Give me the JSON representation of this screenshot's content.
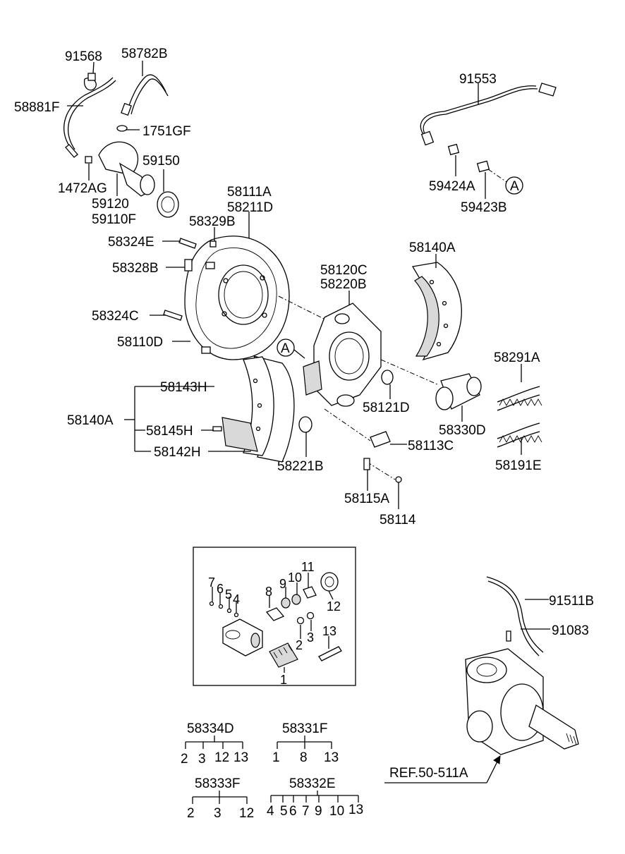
{
  "callouts": {
    "p91568": "91568",
    "p58782B": "58782B",
    "p58881F": "58881F",
    "p1751GF": "1751GF",
    "p59150": "59150",
    "p1472AG": "1472AG",
    "p59120": "59120",
    "p59110F": "59110F",
    "p91553": "91553",
    "p59424A": "59424A",
    "p59423B": "59423B",
    "p58111A": "58111A",
    "p58211D": "58211D",
    "p58329B": "58329B",
    "p58324E": "58324E",
    "p58328B": "58328B",
    "p58324C": "58324C",
    "p58110D": "58110D",
    "p58120C": "58120C",
    "p58220B": "58220B",
    "p58140A_top": "58140A",
    "p58291A": "58291A",
    "p58143H": "58143H",
    "p58140A_left": "58140A",
    "p58145H": "58145H",
    "p58142H": "58142H",
    "p58121D": "58121D",
    "p58330D": "58330D",
    "p58113C": "58113C",
    "p58191E": "58191E",
    "p58221B": "58221B",
    "p58115A": "58115A",
    "p58114": "58114",
    "p91511B": "91511B",
    "p91083": "91083",
    "ref": "REF.50-511A",
    "circleA1": "A",
    "circleA2": "A"
  },
  "inset_numbers": {
    "n7": "7",
    "n6": "6",
    "n5": "5",
    "n4": "4",
    "n8": "8",
    "n9": "9",
    "n10": "10",
    "n11": "11",
    "n12": "12",
    "n13": "13",
    "n2": "2",
    "n3": "3",
    "n1": "1"
  },
  "kits": {
    "k58334D": {
      "title": "58334D",
      "items": [
        "2",
        "3",
        "12",
        "13"
      ]
    },
    "k58331F": {
      "title": "58331F",
      "items": [
        "1",
        "8",
        "13"
      ]
    },
    "k58333F": {
      "title": "58333F",
      "items": [
        "2",
        "3",
        "12"
      ]
    },
    "k58332E": {
      "title": "58332E",
      "items": [
        "4",
        "5",
        "6",
        "7",
        "9",
        "10",
        "13"
      ]
    }
  }
}
